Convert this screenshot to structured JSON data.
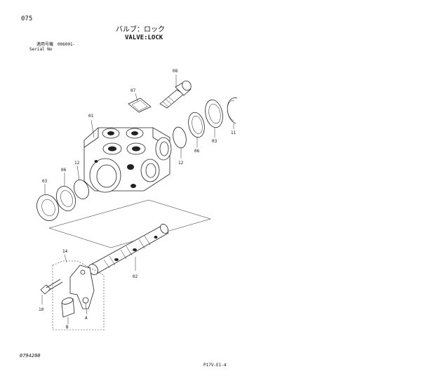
{
  "header": {
    "page_number": "075",
    "title_jp": "バルブ：ロック",
    "title_en": "VALVE:LOCK",
    "serial_label_jp": "適用号機",
    "serial_label_en": "Serial No",
    "serial_value": "006001-"
  },
  "callouts": {
    "c01": "01",
    "c02": "02",
    "c03_left": "03",
    "c03_right": "03",
    "c06_left": "06",
    "c06_right": "06",
    "c07": "07",
    "c08": "08",
    "c10": "10",
    "c11": "11",
    "c12_left": "12",
    "c12_right": "12",
    "c14": "14",
    "cA": "A",
    "cB": "B"
  },
  "footer": {
    "doc_code": "0794200",
    "sheet_code": "P17V-E1-4"
  }
}
